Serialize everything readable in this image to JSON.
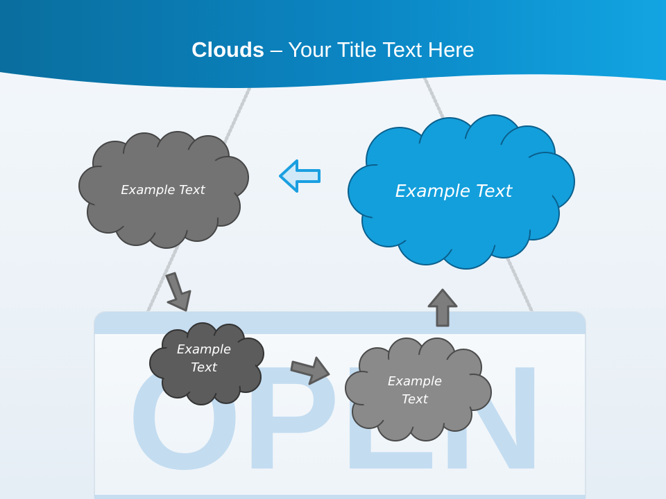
{
  "slide": {
    "title_bold": "Clouds",
    "title_dash": " – ",
    "title_rest": "Your Title Text Here",
    "sign_text": "OPEN",
    "clouds": [
      {
        "id": "top-left",
        "text": "Example Text"
      },
      {
        "id": "top-right",
        "text": "Example Text"
      },
      {
        "id": "bottom-left",
        "line1": "Example",
        "line2": "Text"
      },
      {
        "id": "bottom-right",
        "line1": "Example",
        "line2": "Text"
      }
    ]
  },
  "colors": {
    "header_blue": "#0b86c4",
    "cloud_blue": "#139fdc",
    "cloud_gray": "#737373",
    "cloud_dark_gray": "#5c5c5c",
    "arrow_gray": "#808080",
    "arrow_blue": "#1a9fe0"
  }
}
